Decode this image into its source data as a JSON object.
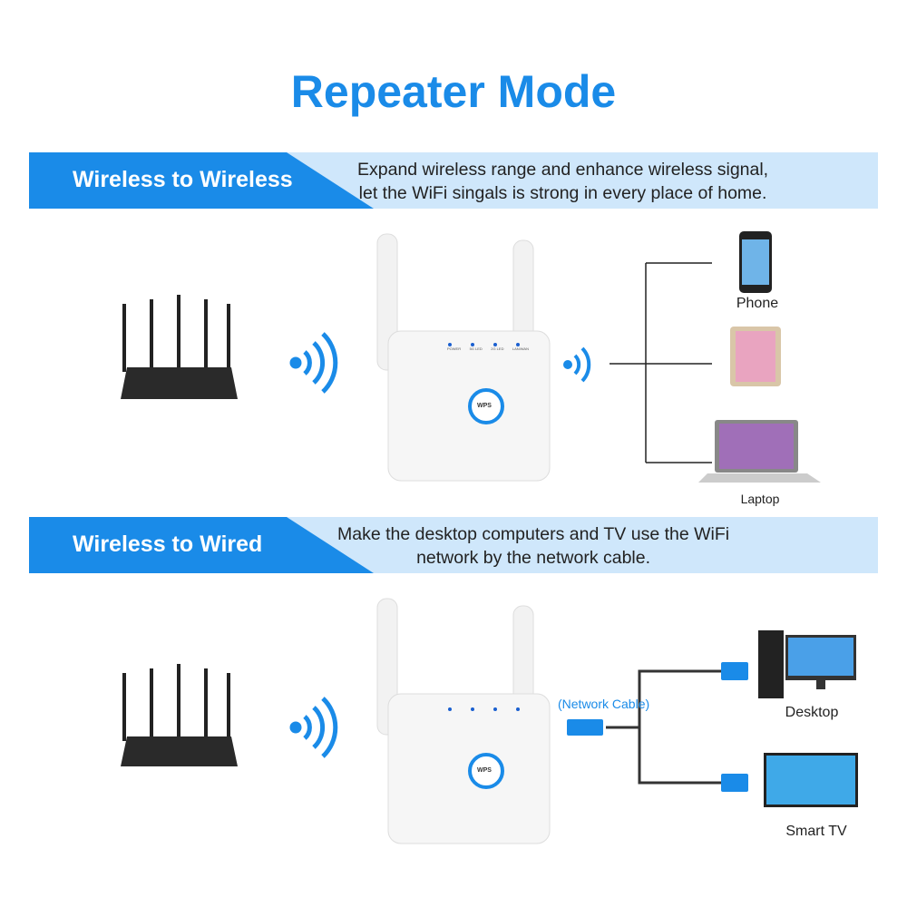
{
  "title": "Repeater Mode",
  "sections": [
    {
      "heading": "Wireless to Wireless",
      "description_line1": "Expand wireless range and enhance wireless signal,",
      "description_line2": "let the WiFi singals is strong in every place of home.",
      "devices": [
        "Phone",
        "Laptop"
      ]
    },
    {
      "heading": "Wireless to Wired",
      "description_line1": "Make the desktop computers and TV use the WiFi",
      "description_line2": "network by the network cable.",
      "cable_label": "(Network Cable)",
      "devices": [
        "Desktop",
        "Smart TV"
      ]
    }
  ],
  "repeater": {
    "led_labels": [
      "POWER",
      "5G LED",
      "2G LED",
      "LAN/WAN"
    ],
    "button_label": "WPS"
  },
  "colors": {
    "accent": "#1a8be8",
    "banner_dark": "#1a8be8",
    "banner_light": "#cfe7fb"
  }
}
